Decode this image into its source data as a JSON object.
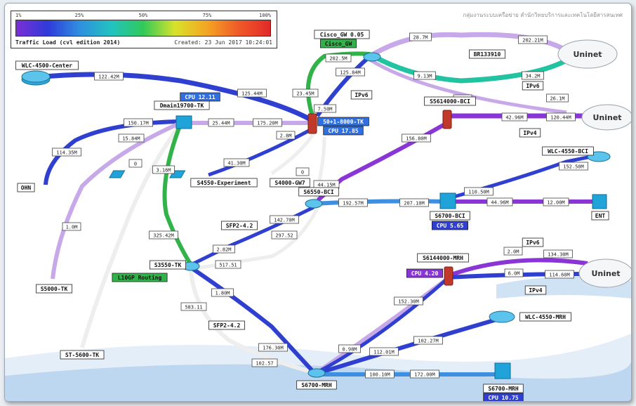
{
  "header": {
    "note": "กลุ่มงานระบบเครือข่าย สำนักวิทยบริการและเทคโนโลยีสารสนเทศ"
  },
  "legend": {
    "ticks": [
      "1%",
      "25%",
      "50%",
      "75%",
      "100%"
    ],
    "gradient_colors": [
      "#7b2fd6",
      "#2f3bd9",
      "#2f8fe0",
      "#21c3c0",
      "#31c95a",
      "#d8e22b",
      "#f4a523",
      "#f05a28",
      "#e12a2a"
    ],
    "caption": "Traffic Load (cvl edition 2014)",
    "created": "Created: 23 Jun 2017 10:24:01"
  },
  "colors": {
    "none": "#f1f1f1",
    "purple": "#8a35d6",
    "light_purple": "#c7a8e8",
    "blue": "#2f3fd0",
    "azure": "#3f8fe0",
    "green": "#32b34a",
    "router_red": "#c0392b",
    "switch_cyan": "#1fa3d8"
  },
  "nodes": {
    "wlc_center": "WLC-4500-Center",
    "core_tk": "Dmain19700-TK",
    "cpu_tk_core": "CPU 12.11",
    "core_mh": "CPU 17.85",
    "edge_label": "50+1-8000-TK",
    "cisco_gw": "Cisco_GW 0.05",
    "cisco_gw2": "Cisco_GW",
    "brix": "BR133910",
    "uninet_1": "Uninet",
    "uninet_2": "Uninet",
    "uninet_3": "Uninet",
    "ipv6_1": "IPv6",
    "ipv6_2": "IPv6",
    "ipv4_1": "IPv4",
    "ipv6_3": "IPv6",
    "ipv4_2": "IPv4",
    "ipv6_top": "IPv6",
    "edge_mc": "S5614000-BCI",
    "wlc_mc": "WLC-4550-BCI",
    "core_bci": "S6700-BCI",
    "cpu_bci": "CPU 5.65",
    "ent": "ENT",
    "sw_experiment": "S4550-Experiment",
    "sw_4500": "S4000-GW7",
    "ohn": "OHN",
    "s3650_bci": "S6550-BCI",
    "sw_tk": "S3550-TK",
    "ospf": "L10GP Routing",
    "sw_s6000": "S5000-TK",
    "sw_st5600": "ST-5600-TK",
    "mh_edge": "S6144000-MRH",
    "cpu_mh": "CPU 4.20",
    "wlc_mh": "WLC-4550-MRH",
    "sw_mh": "S6700-MRH",
    "s_mh": "S6700-MRH",
    "cpu_mh2": "CPU 10.75",
    "sfp_1": "SFP2-4.2",
    "sfp_2": "SFP2-4.2"
  },
  "bandwidth": {
    "b1": "122.42M",
    "b2": "125.44M",
    "b3": "150.17M",
    "b4": "15.84M",
    "b5": "114.35M",
    "b6": "1.0M",
    "b7": "0",
    "b8": "3.16M",
    "b9": "25.44M",
    "b10": "175.20M",
    "b11": "2.8M",
    "b12": "41.30M",
    "b13": "0",
    "b14": "23.45M",
    "b15": "7.50M",
    "b16": "202.5M",
    "b17": "125.84M",
    "b18": "28.7M",
    "b19": "202.21M",
    "b20": "9.13M",
    "b21": "34.2M",
    "b22": "1.0M",
    "b23": "26.1M",
    "b24": "42.96M",
    "b25": "120.44M",
    "b26": "156.80M",
    "b27": "44.15M",
    "b28": "152.50M",
    "b29": "110.50M",
    "b30": "192.57M",
    "b31": "207.10M",
    "b32": "44.96M",
    "b33": "12.00M",
    "b34": "142.70M",
    "b35": "297.52",
    "b36": "2.82M",
    "b37": "517.51",
    "b38": "325.42M",
    "b39": "1.80M",
    "b40": "583.11",
    "b41": "176.30M",
    "b42": "102.57",
    "b43": "2.0M",
    "b44": "134.30M",
    "b45": "6.0M",
    "b46": "114.60M",
    "b47": "152.30M",
    "b48": "0.98M",
    "b49": "112.01M",
    "b50": "102.27M",
    "b51": "100.10M",
    "b52": "172.00M"
  }
}
